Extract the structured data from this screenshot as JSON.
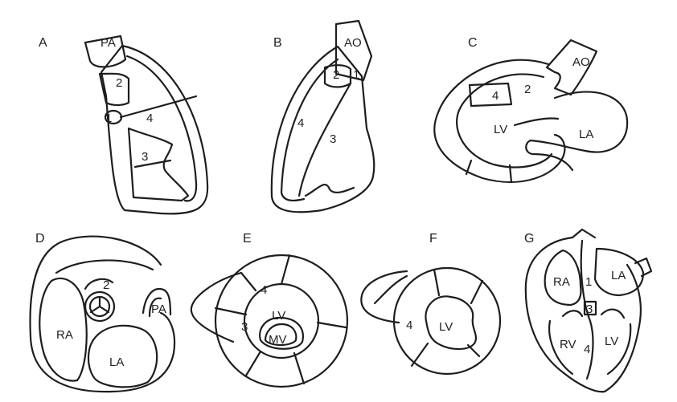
{
  "panels": [
    {
      "letter": "A",
      "labels": [
        "PA",
        "2",
        "1",
        "4",
        "3"
      ]
    },
    {
      "letter": "B",
      "labels": [
        "AO",
        "2",
        "1",
        "4",
        "3"
      ]
    },
    {
      "letter": "C",
      "labels": [
        "AO",
        "4",
        "2",
        "LV",
        "LA"
      ]
    },
    {
      "letter": "D",
      "labels": [
        "2",
        "RA",
        "LA",
        "PA"
      ]
    },
    {
      "letter": "E",
      "labels": [
        "4",
        "LV",
        "3",
        "MV"
      ]
    },
    {
      "letter": "F",
      "labels": [
        "4",
        "LV"
      ]
    },
    {
      "letter": "G",
      "labels": [
        "RA",
        "1",
        "LA",
        "3",
        "RV",
        "4",
        "LV"
      ]
    }
  ],
  "colors": {
    "line": "#1e1e1e",
    "background": "#ffffff"
  }
}
